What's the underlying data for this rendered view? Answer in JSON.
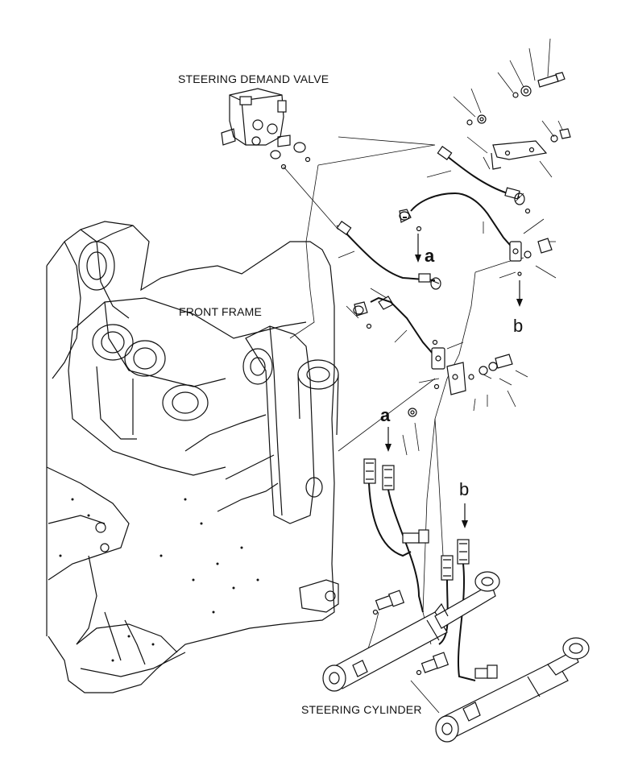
{
  "labels": {
    "steering_demand_valve": "STEERING DEMAND VALVE",
    "front_frame": "FRONT FRAME",
    "steering_cylinder": "STEERING CYLINDER",
    "marker_a_top": "a",
    "marker_a_bottom": "a",
    "marker_b_top": "b",
    "marker_b_bottom": "b"
  },
  "colors": {
    "line": "#111111",
    "background": "#ffffff"
  }
}
